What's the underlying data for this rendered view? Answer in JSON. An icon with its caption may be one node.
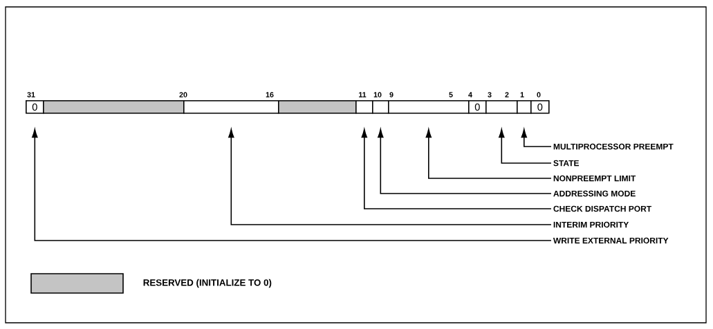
{
  "diagram": {
    "nodes": [
      {
        "text": [
          "0"
        ]
      },
      {
        "text": [],
        "shape": "box"
      },
      {
        "text": [],
        "shape": "box"
      },
      {
        "text": [],
        "shape": "box"
      },
      {
        "text": [],
        "shape": "box"
      },
      {
        "text": [],
        "shape": "box"
      },
      {
        "text": [],
        "shape": "box"
      },
      {
        "text": [
          "0"
        ]
      },
      {
        "text": [],
        "shape": "box"
      },
      {
        "text": [],
        "shape": "box"
      },
      {
        "text": [
          "0"
        ]
      },
      {
        "text": [
          "MULTIPROCESSOR PREEMPT"
        ]
      },
      {
        "text": [
          "STATE"
        ]
      },
      {
        "text": [
          "NONPREEMPT LIMIT"
        ]
      },
      {
        "text": [
          "ADDRESSING MODE"
        ]
      },
      {
        "text": [
          "CHECK DISPATCH PORT"
        ]
      },
      {
        "text": [
          "INTERIM PRIORITY"
        ]
      },
      {
        "text": [
          "WRITE EXTERNAL PRIORITY"
        ]
      }
    ],
    "edges": [
      {
        "from": 11,
        "to": 9,
        "arrow": "to"
      },
      {
        "from": 12,
        "to": 8,
        "arrow": "to"
      },
      {
        "from": 13,
        "to": 6,
        "arrow": "to"
      },
      {
        "from": 14,
        "to": 5,
        "arrow": "to"
      },
      {
        "from": 15,
        "to": 4,
        "arrow": "to"
      },
      {
        "from": 16,
        "to": 2,
        "arrow": "to"
      },
      {
        "from": 17,
        "to": 0,
        "arrow": "to"
      }
    ],
    "labels": [
      "31",
      "20",
      "16",
      "11",
      "10",
      "9",
      "5",
      "4",
      "3",
      "2",
      "1",
      "0"
    ],
    "legend": [
      {
        "text": "RESERVED (INITIALIZE TO 0)",
        "color": "#c4c4c4"
      }
    ]
  }
}
